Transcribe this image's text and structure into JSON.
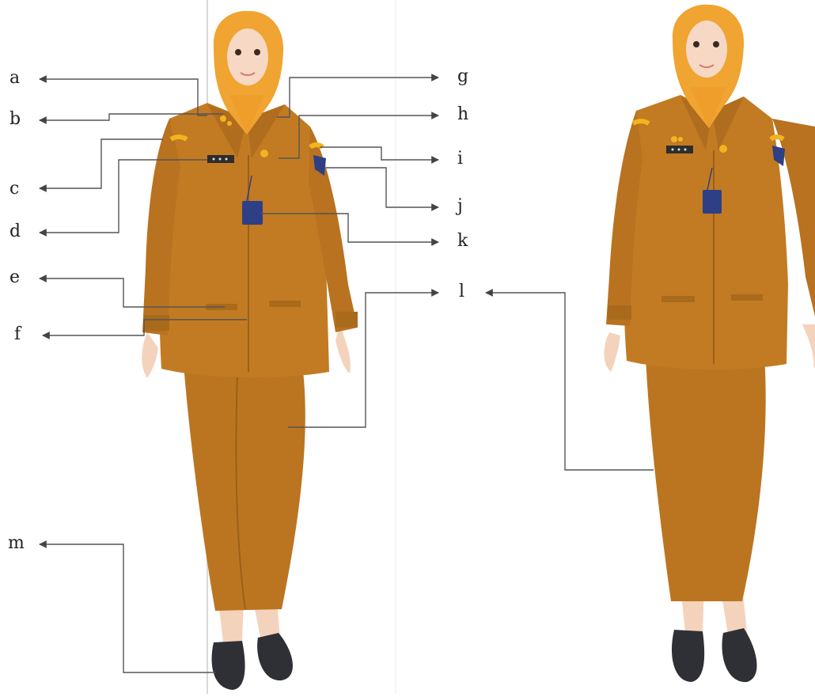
{
  "diagram": {
    "callouts": [
      {
        "id": "a",
        "label": "a"
      },
      {
        "id": "b",
        "label": "b"
      },
      {
        "id": "c",
        "label": "c"
      },
      {
        "id": "d",
        "label": "d"
      },
      {
        "id": "e",
        "label": "e"
      },
      {
        "id": "f",
        "label": "f"
      },
      {
        "id": "g",
        "label": "g"
      },
      {
        "id": "h",
        "label": "h"
      },
      {
        "id": "i",
        "label": "i"
      },
      {
        "id": "j",
        "label": "j"
      },
      {
        "id": "k",
        "label": "k"
      },
      {
        "id": "l",
        "label": "l"
      },
      {
        "id": "m",
        "label": "m"
      }
    ],
    "colors": {
      "uniform": "#c07a22",
      "uniform_shadow": "#a5651a",
      "hijab": "#f0a431",
      "skin": "#f6d8c4",
      "badge_blue": "#2e3f86",
      "shoe": "#2f3035",
      "insignia_gold": "#f2b320",
      "leader_line": "#555555"
    }
  }
}
